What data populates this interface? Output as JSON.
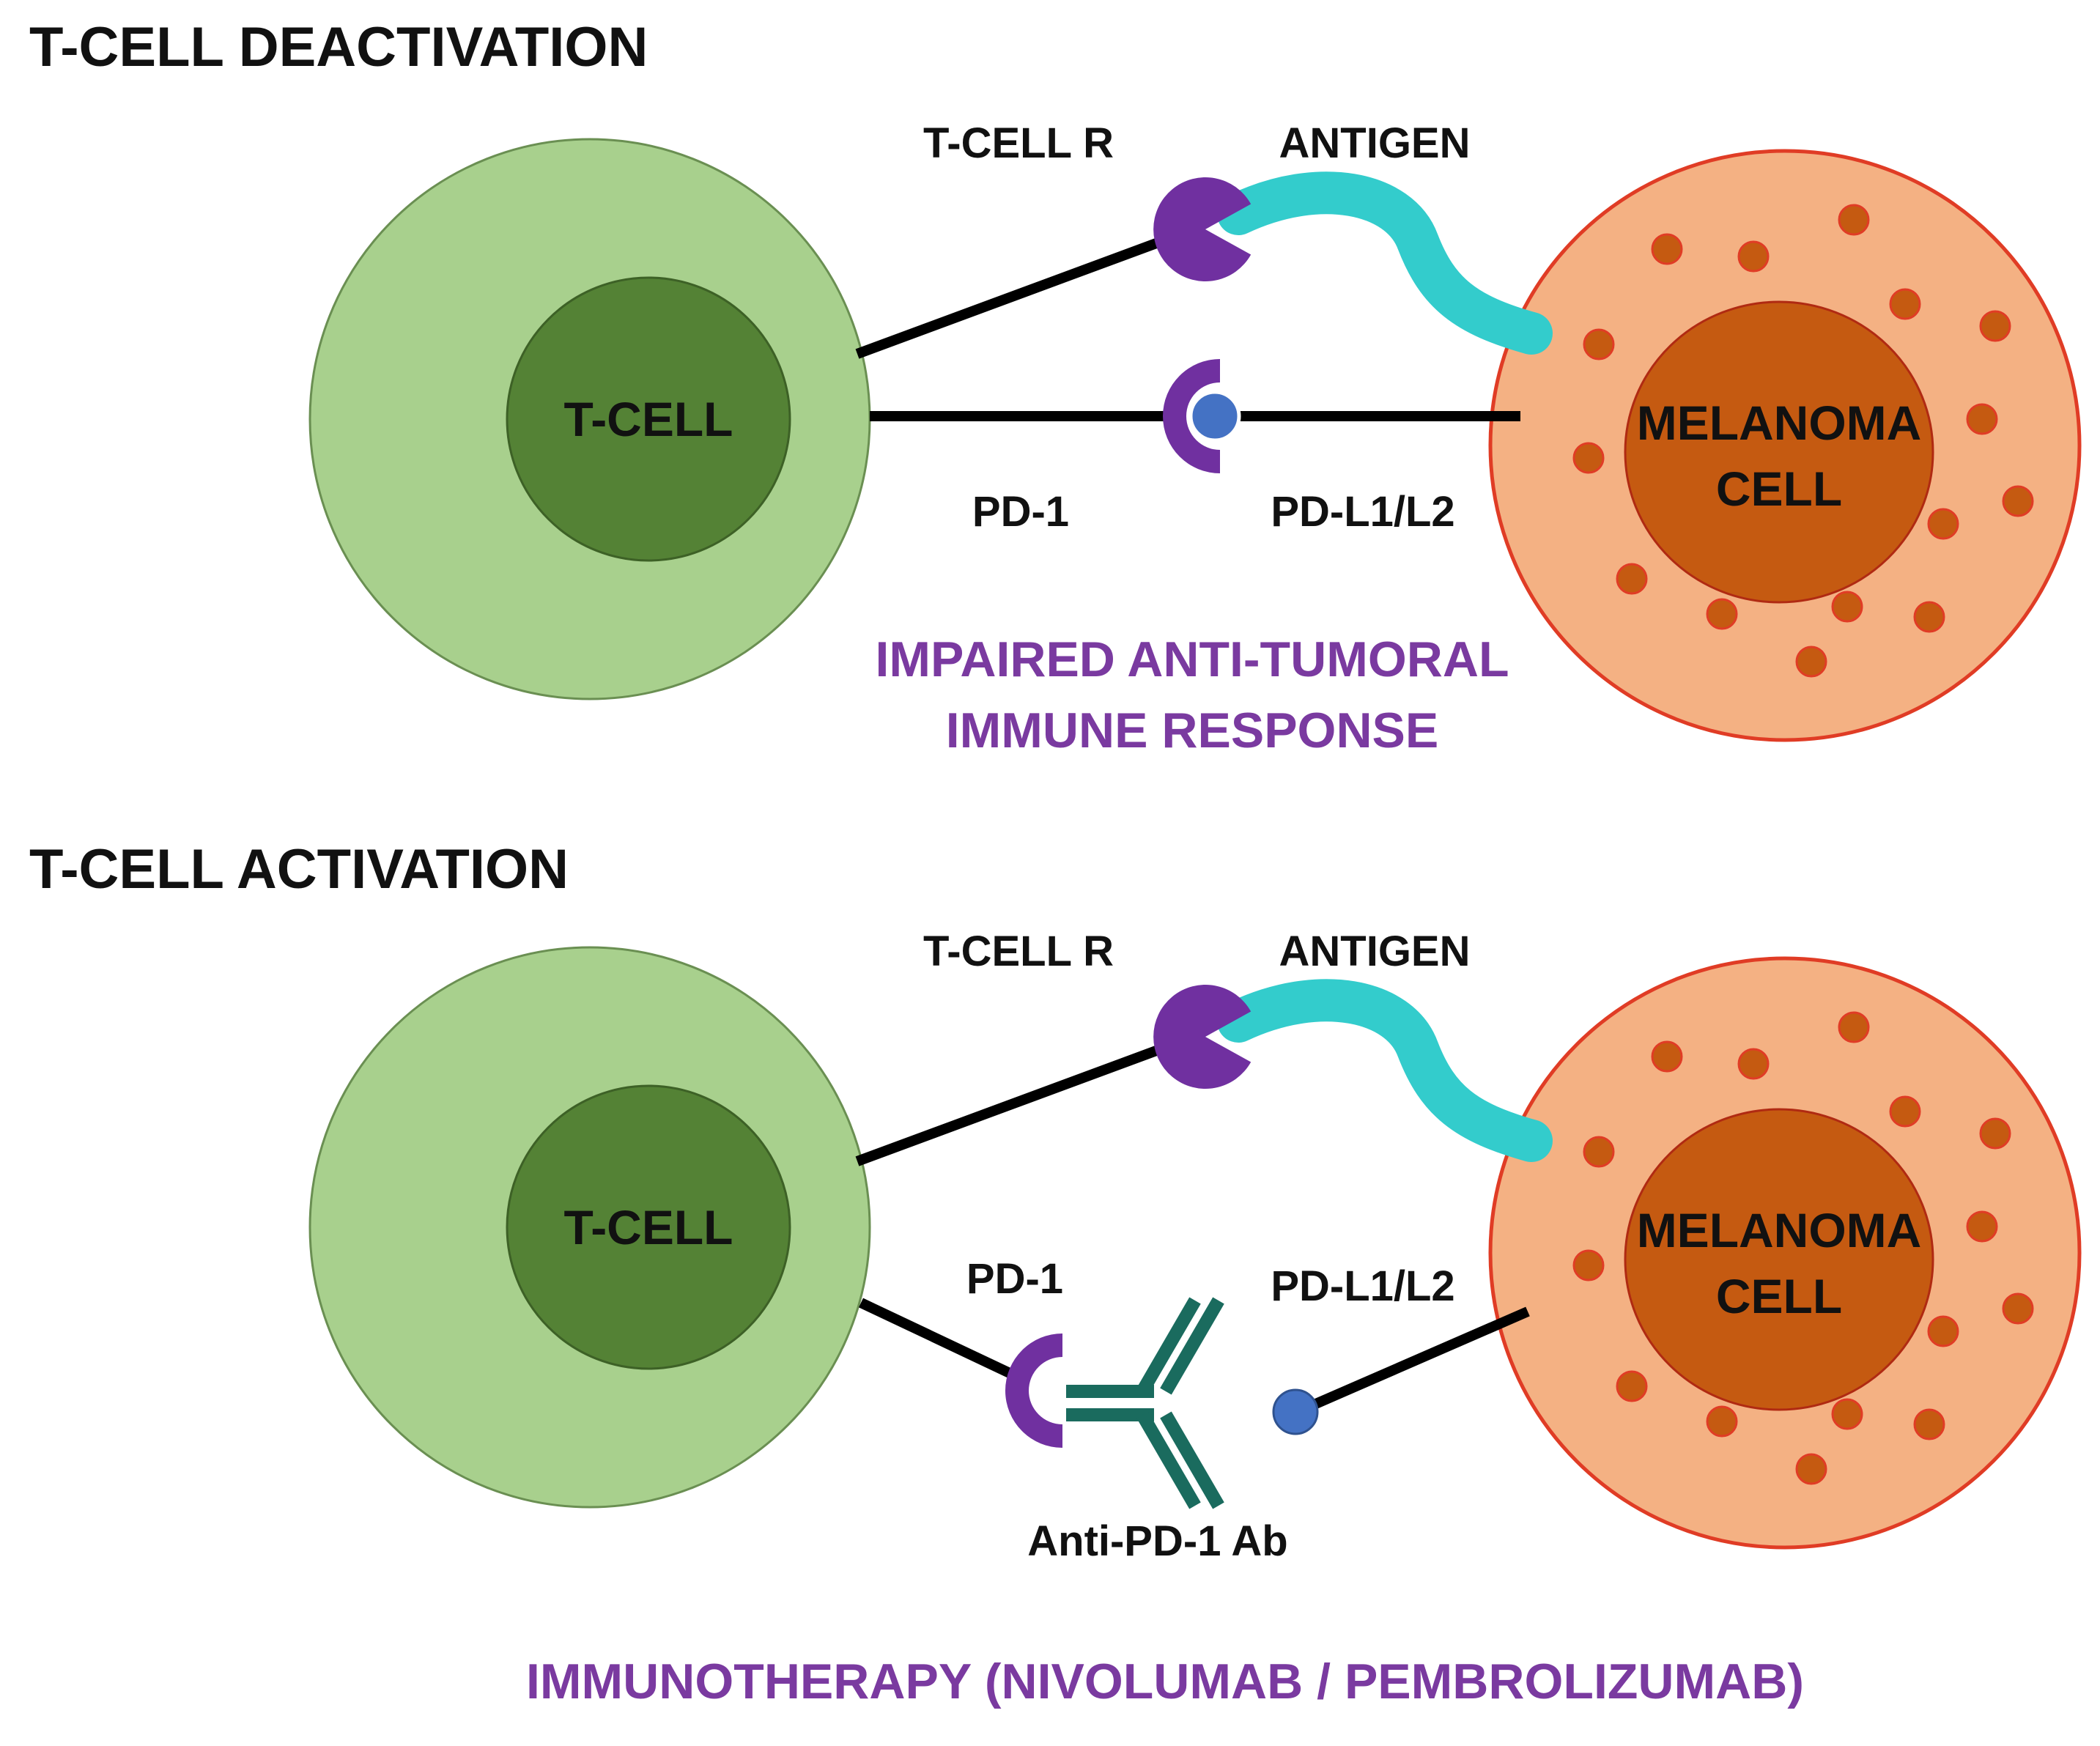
{
  "colors": {
    "tcell_outer": "#a8d08d",
    "tcell_inner": "#548235",
    "melanoma_outer": "#f4b183",
    "melanoma_inner": "#c55a11",
    "melanoma_stroke": "#e03c25",
    "dot": "#c55a11",
    "receptor": "#7030a0",
    "antigen": "#33cccc",
    "ligand": "#4472c4",
    "antibody": "#1a6b5e",
    "accent_text": "#7a3aa0"
  },
  "panels": [
    {
      "heading": "T-CELL DEACTIVATION",
      "tcell_label": "T-CELL",
      "melanoma_label_line1": "MELANOMA",
      "melanoma_label_line2": "CELL",
      "tcr_label": "T-CELL R",
      "antigen_label": "ANTIGEN",
      "pd1_label": "PD-1",
      "pdl_label": "PD-L1/L2",
      "outcome_line1": "IMPAIRED ANTI-TUMORAL",
      "outcome_line2": "IMMUNE RESPONSE"
    },
    {
      "heading": "T-CELL ACTIVATION",
      "tcell_label": "T-CELL",
      "melanoma_label_line1": "MELANOMA",
      "melanoma_label_line2": "CELL",
      "tcr_label": "T-CELL R",
      "antigen_label": "ANTIGEN",
      "pd1_label": "PD-1",
      "pdl_label": "PD-L1/L2",
      "antibody_label": "Anti-PD-1 Ab",
      "therapy_label": "IMMUNOTHERAPY (NIVOLUMAB / PEMBROLIZUMAB)"
    }
  ]
}
